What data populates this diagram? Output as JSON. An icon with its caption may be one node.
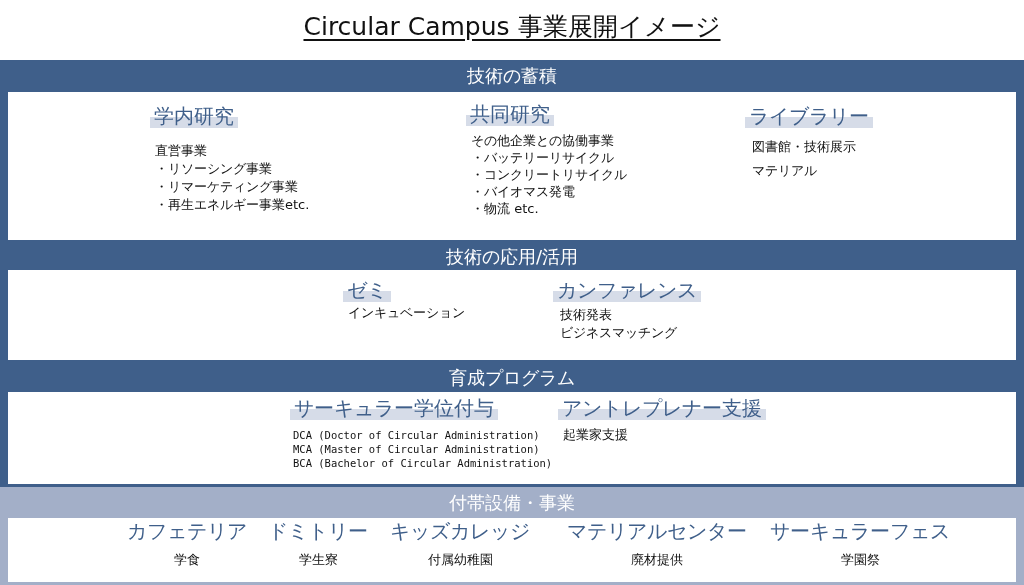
{
  "diagram": {
    "title": "Circular Campus 事業展開イメージ",
    "nodes": [
      {
        "text": [
          "技術の蓄積"
        ]
      },
      {
        "text": [
          "学内研究",
          "直営事業",
          "・リソーシング事業",
          "・リマーケティング事業",
          "・再生エネルギー事業etc."
        ],
        "in": 0
      },
      {
        "text": [
          "共同研究",
          "その他企業との協働事業",
          "・バッテリーリサイクル",
          "・コンクリートリサイクル",
          "・バイオマス発電",
          "・物流 etc."
        ],
        "in": 0
      },
      {
        "text": [
          "ライブラリー",
          "図書館・技術展示",
          "マテリアル"
        ],
        "in": 0
      },
      {
        "text": [
          "技術の応用/活用"
        ]
      },
      {
        "text": [
          "ゼミ",
          "インキュベーション"
        ],
        "in": 4
      },
      {
        "text": [
          "カンファレンス",
          "技術発表",
          "ビジネスマッチング"
        ],
        "in": 4
      },
      {
        "text": [
          "育成プログラム"
        ]
      },
      {
        "text": [
          "サーキュラー学位付与",
          "DCA (Doctor of Circular Administration)",
          "MCA (Master of Circular Administration)",
          "BCA (Bachelor of Circular Administration)"
        ],
        "in": 7
      },
      {
        "text": [
          "アントレプレナー支援",
          "起業家支援"
        ],
        "in": 7
      },
      {
        "text": [
          "付帯設備・事業"
        ]
      },
      {
        "text": [
          "カフェテリア",
          "学食"
        ],
        "in": 10
      },
      {
        "text": [
          "ドミトリー",
          "学生寮"
        ],
        "in": 10
      },
      {
        "text": [
          "キッズカレッジ",
          "付属幼稚園"
        ],
        "in": 10
      },
      {
        "text": [
          "マテリアルセンター",
          "廃材提供"
        ],
        "in": 10
      },
      {
        "text": [
          "サーキュラーフェス",
          "学園祭"
        ],
        "in": 10
      }
    ],
    "edges": []
  }
}
